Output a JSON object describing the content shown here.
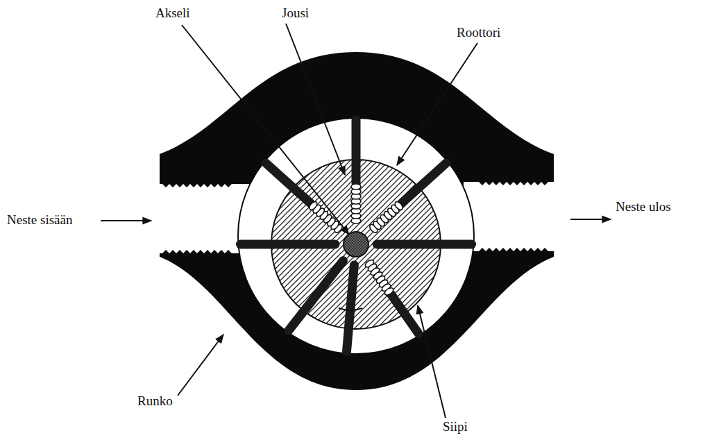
{
  "diagram": {
    "labels": [
      "Akseli",
      "Jousi",
      "Roottori",
      "Neste sisään",
      "Neste ulos",
      "Runko",
      "Siipi"
    ]
  }
}
